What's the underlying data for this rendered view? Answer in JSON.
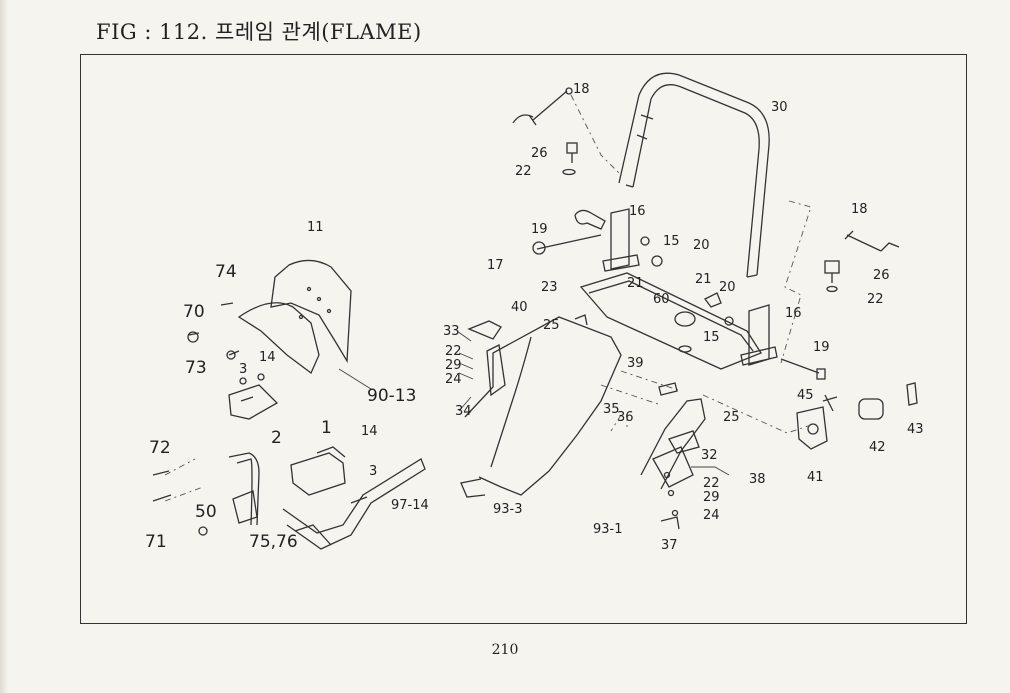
{
  "page": {
    "title": "FIG : 112. 프레임 관계(FLAME)",
    "page_number": "210"
  },
  "callouts": [
    "18",
    "30",
    "26",
    "22",
    "16",
    "19",
    "15",
    "20",
    "17",
    "21",
    "23",
    "60",
    "11",
    "74",
    "70",
    "73",
    "14",
    "3",
    "2",
    "90-13",
    "33",
    "22",
    "29",
    "24",
    "34",
    "40",
    "25",
    "39",
    "35",
    "36",
    "72",
    "1",
    "14",
    "3",
    "97-14",
    "71",
    "50",
    "75,76",
    "93-3",
    "93-1",
    "32",
    "38",
    "37",
    "22",
    "29",
    "24",
    "25",
    "18",
    "26",
    "22",
    "21",
    "20",
    "16",
    "15",
    "19",
    "45",
    "41",
    "42",
    "43"
  ]
}
